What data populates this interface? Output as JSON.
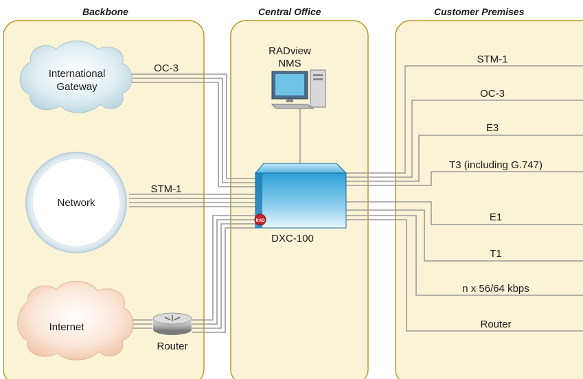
{
  "sections": {
    "backbone": "Backbone",
    "central_office": "Central Office",
    "customer_premises": "Customer Premises"
  },
  "backbone": {
    "gateway_line1": "International",
    "gateway_line2": "Gateway",
    "network": "Network",
    "internet": "Internet",
    "router": "Router",
    "link_oc3": "OC-3",
    "link_stm1": "STM-1"
  },
  "central": {
    "nms_line1": "RADview",
    "nms_line2": "NMS",
    "device": "DXC-100",
    "device_badge": "RAD"
  },
  "customer": {
    "links": [
      "STM-1",
      "OC-3",
      "E3",
      "T3 (including G.747)",
      "E1",
      "T1",
      "n x 56/64 kbps",
      "Router"
    ]
  },
  "colors": {
    "panel_fill": "#fbf3d6",
    "panel_border": "#b99a2a",
    "cloud_blue": "#cfe3ec",
    "cloud_pink": "#f8dcc8",
    "device_blue": "#3aa8dc",
    "line_gray": "#9a9a9a"
  }
}
